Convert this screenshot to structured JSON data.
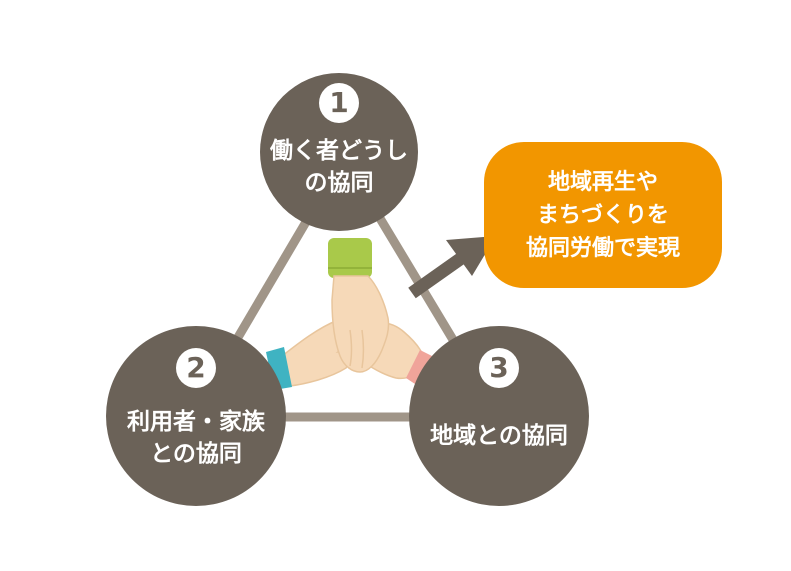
{
  "nodes": [
    {
      "number": "1",
      "lines": [
        "働く者どうし",
        "の協同"
      ]
    },
    {
      "number": "2",
      "lines": [
        "利用者・家族",
        "との協同"
      ]
    },
    {
      "number": "3",
      "lines": [
        "地域との協同"
      ]
    }
  ],
  "goal": {
    "lines": [
      "地域再生や",
      "まちづくりを",
      "協同労働で実現"
    ]
  },
  "colors": {
    "node_fill": "#6b6258",
    "goal_fill": "#f29600",
    "connector": "#a09588",
    "arrow": "#6b6258",
    "skin": "#f6d9b8",
    "sleeve_green": "#a9c94a",
    "sleeve_teal": "#3fb3c2",
    "sleeve_pink": "#f0a49a"
  }
}
